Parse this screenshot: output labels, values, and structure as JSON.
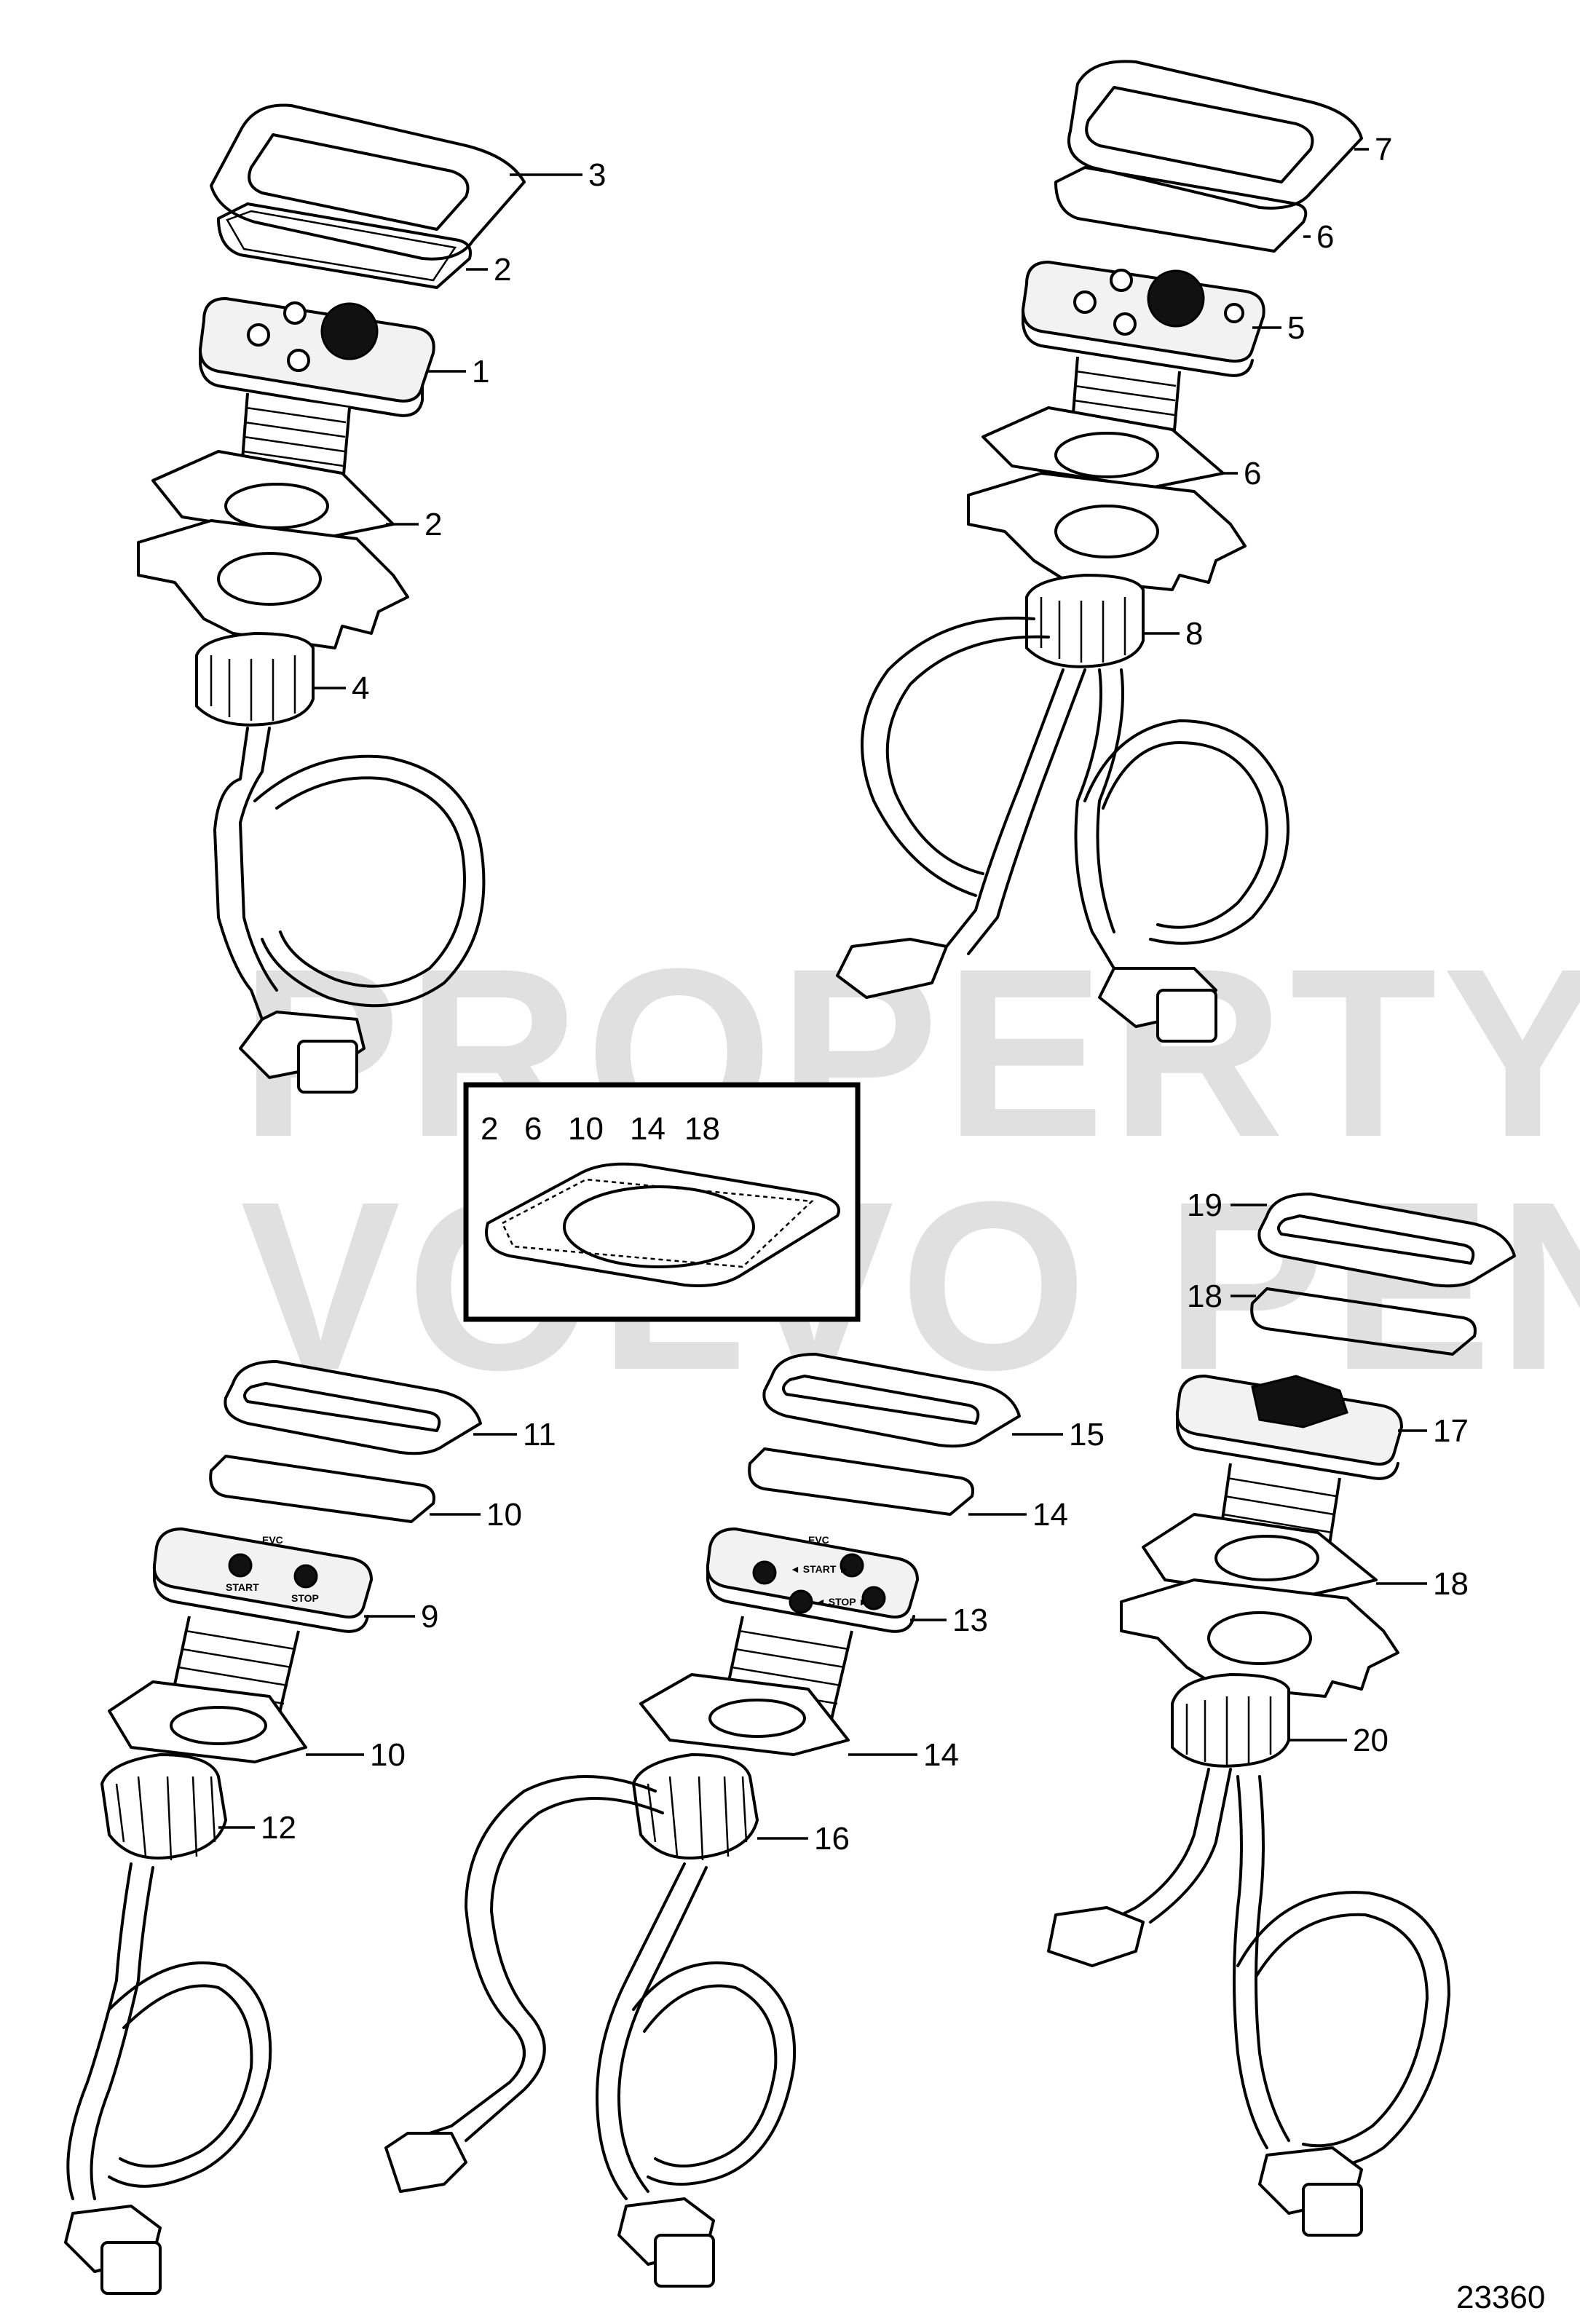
{
  "watermark": {
    "line1": "PROPERTY OF",
    "line2": "VOLVO PENTA"
  },
  "figure_id": "23360",
  "inset_numbers": [
    "2",
    "6",
    "10",
    "14",
    "18"
  ],
  "callouts": {
    "c1": "1",
    "c2a": "2",
    "c2b": "2",
    "c3": "3",
    "c4": "4",
    "c5": "5",
    "c6a": "6",
    "c6b": "6",
    "c7": "7",
    "c8": "8",
    "c9": "9",
    "c10a": "10",
    "c10b": "10",
    "c11": "11",
    "c12": "12",
    "c13": "13",
    "c14a": "14",
    "c14b": "14",
    "c15": "15",
    "c16": "16",
    "c17": "17",
    "c18a": "18",
    "c18b": "18",
    "c19": "19",
    "c20": "20"
  },
  "panel_text": {
    "start": "START",
    "stop": "STOP",
    "evc": "EVC",
    "start2": "◄ START ►",
    "stop2": "◄ STOP ►"
  }
}
